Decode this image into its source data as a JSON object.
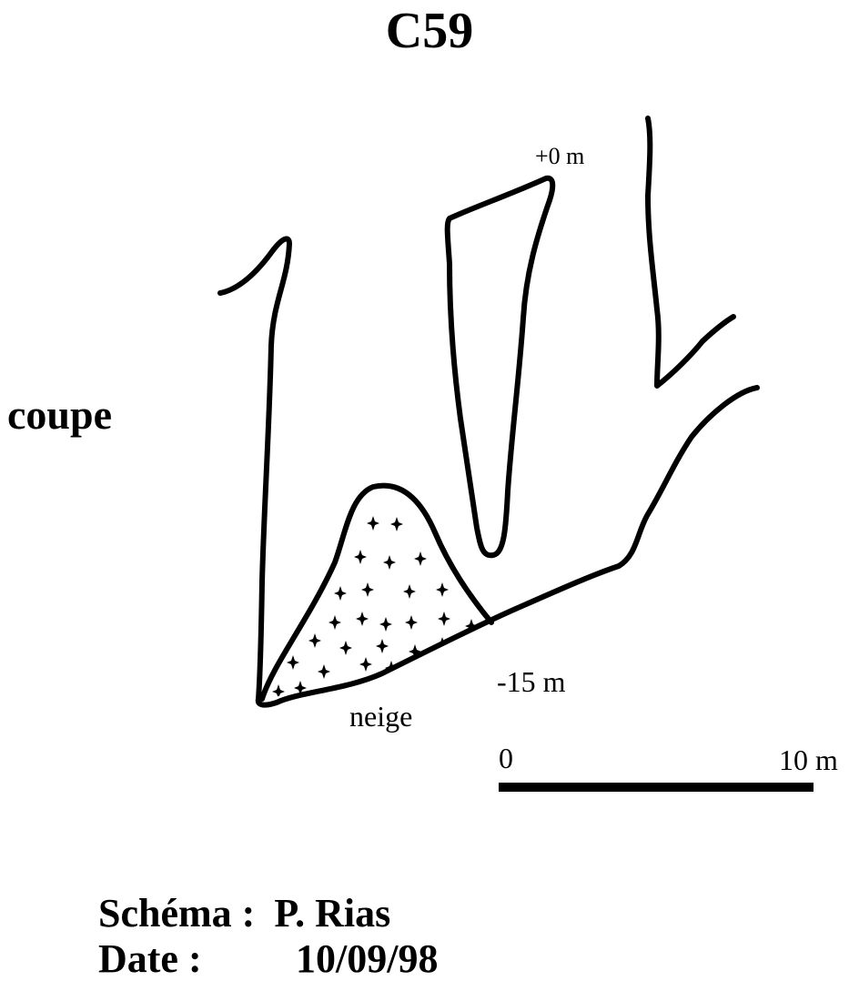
{
  "title": "C59",
  "view_label": "coupe",
  "depth_top": "+0 m",
  "depth_bottom": "-15 m",
  "fill_label": "neige",
  "scale": {
    "start": "0",
    "end": "10 m"
  },
  "credits": {
    "author_key": "Schéma :",
    "author_value": "P. Rias",
    "date_key": "Date :",
    "date_value": "10/09/98"
  }
}
